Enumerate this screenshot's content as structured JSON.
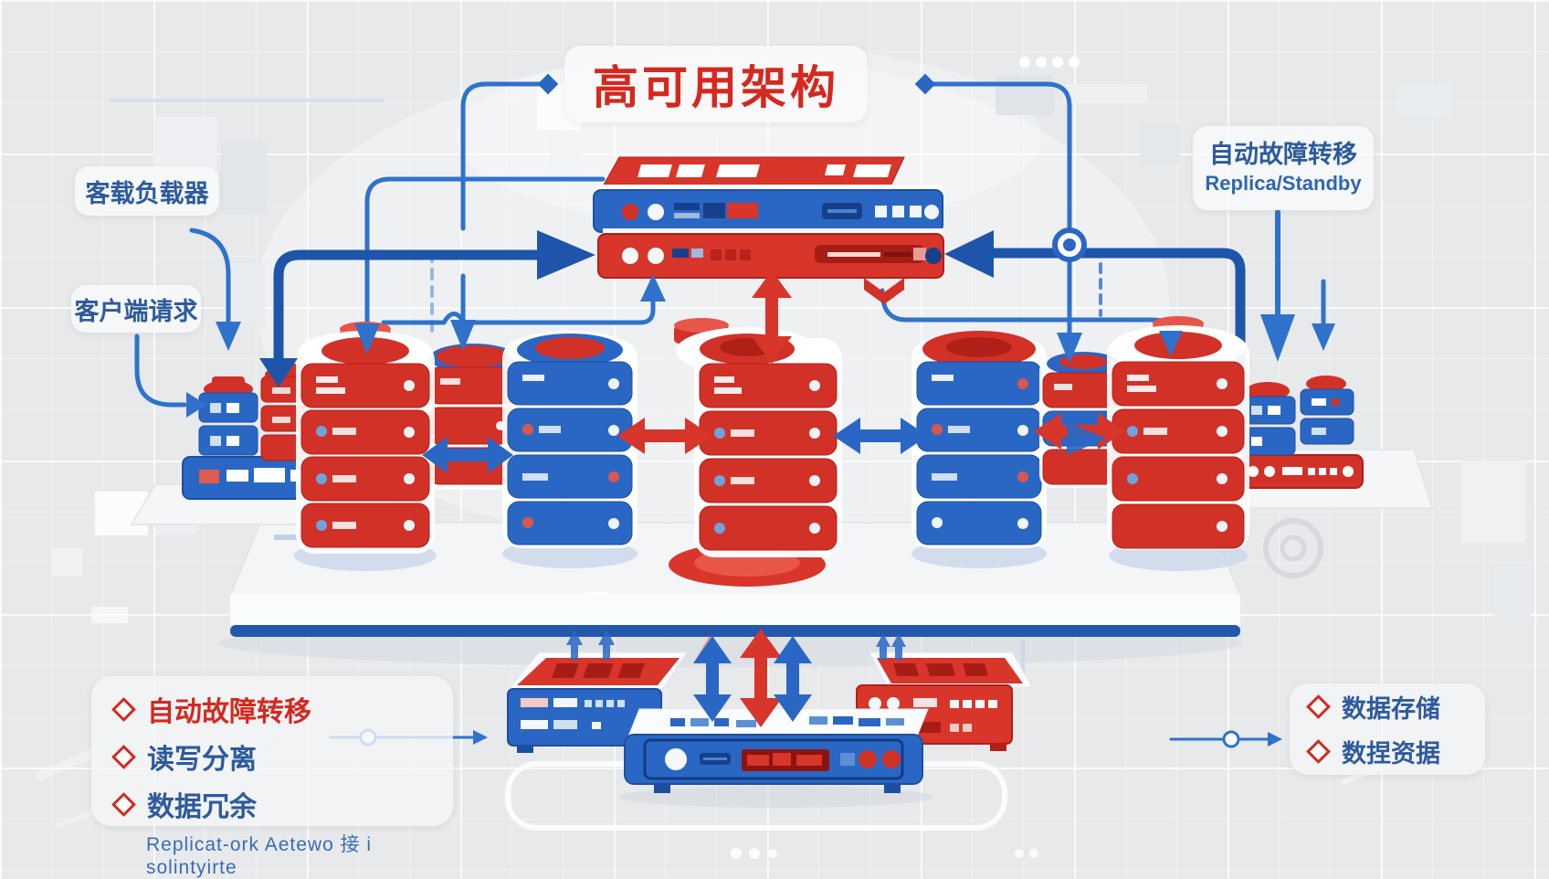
{
  "title": {
    "text": "高可用架构"
  },
  "labels": {
    "load_balancer": "客载负载器",
    "client_request": "客户端请求",
    "failover": {
      "line1": "自动故障转移",
      "line2": "Replica/Standby"
    }
  },
  "features_left": {
    "items": [
      {
        "text": "自动故障转移",
        "color": "red"
      },
      {
        "text": "读写分离",
        "color": "blue"
      },
      {
        "text": "数据冗余",
        "color": "blue"
      }
    ],
    "footnote": "Replicat-ork Aetewo 接 i solintyirte"
  },
  "features_right": {
    "items": [
      {
        "text": "数据存储"
      },
      {
        "text": "数捏资据"
      }
    ]
  },
  "colors": {
    "red": "#d23127",
    "red_dark": "#b02018",
    "blue": "#2a67c5",
    "blue_dark": "#1c4f9e",
    "navy_arrow": "#1e55aa",
    "line_blue": "#2f72cc",
    "title_red": "#d5281e",
    "label_blue": "#2d5a9c",
    "background": "#e7e9eb"
  }
}
